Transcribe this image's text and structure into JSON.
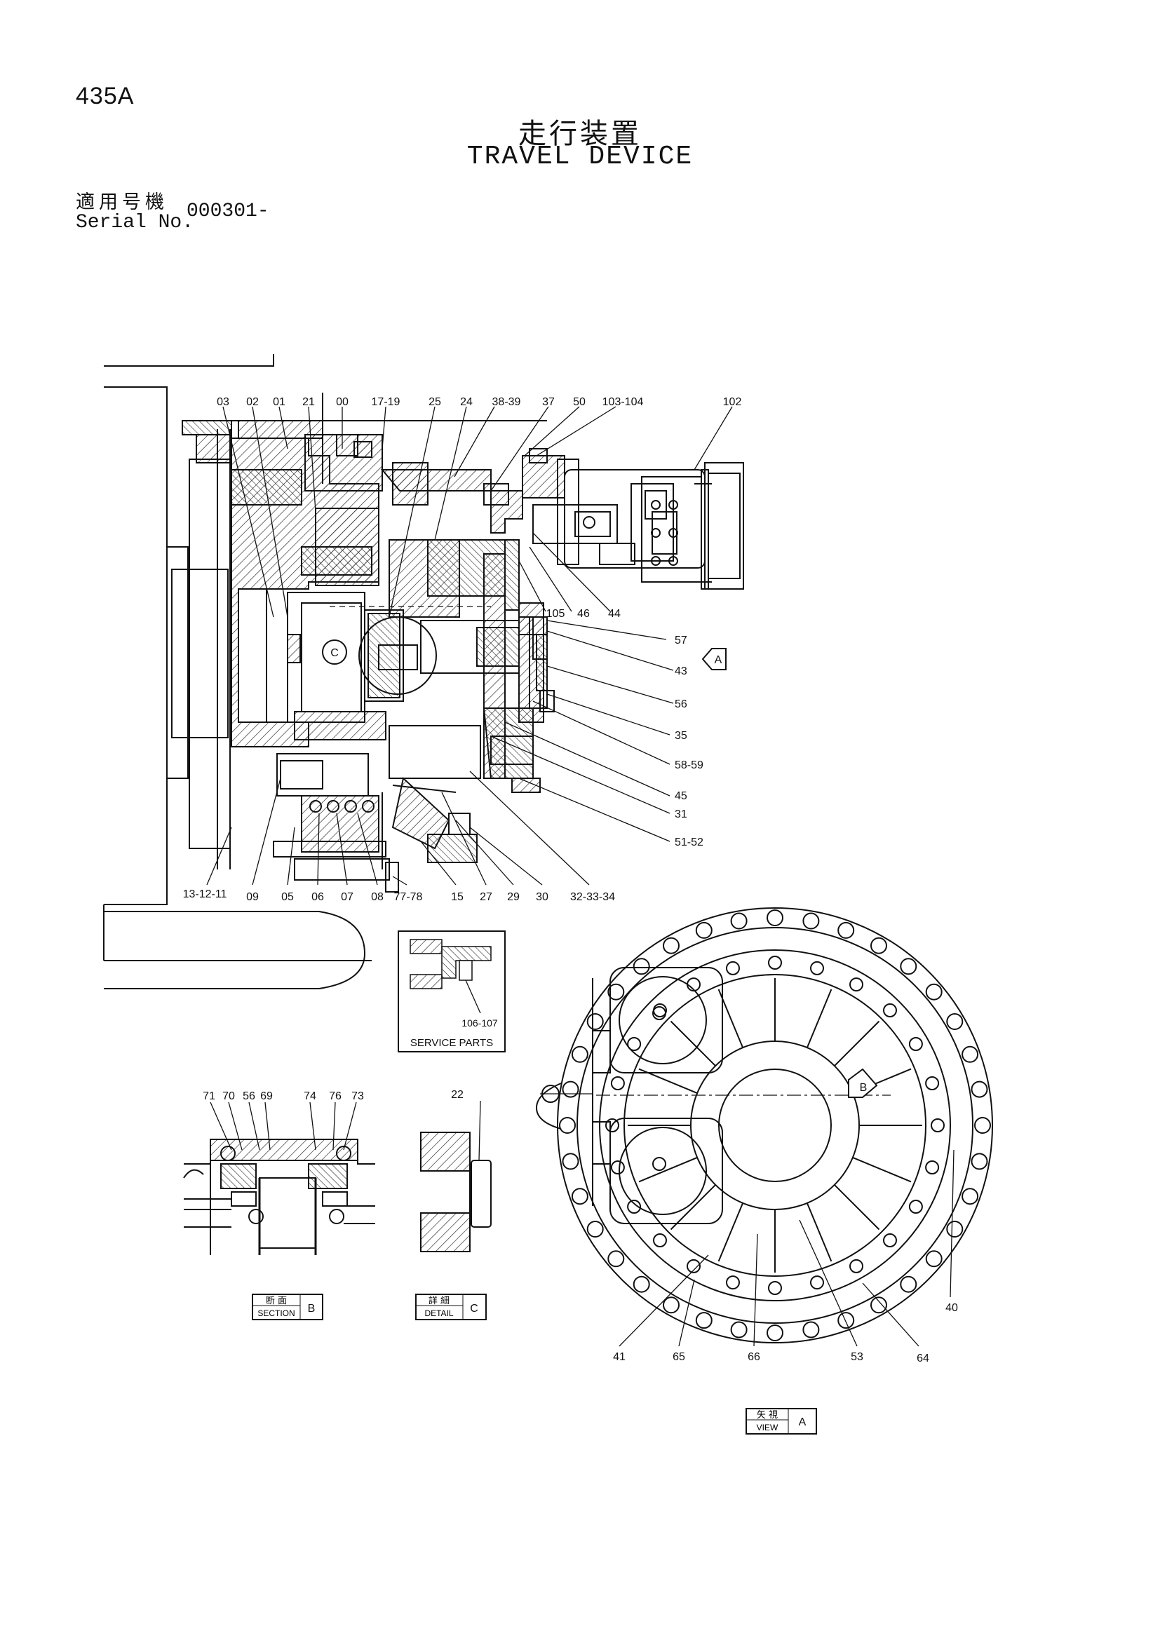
{
  "page": {
    "code": "435A",
    "title_jp": "走行装置",
    "title_en": "TRAVEL DEVICE",
    "serial_label_jp": "適用号機",
    "serial_label_en": "Serial No.",
    "serial_value": "000301-"
  },
  "callouts_top": [
    "03",
    "02",
    "01",
    "21",
    "00",
    "17-19",
    "25",
    "24",
    "38-39",
    "37",
    "50",
    "103-104",
    "102"
  ],
  "callouts_right": [
    "105",
    "46",
    "44",
    "57",
    "43",
    "56",
    "35",
    "58-59",
    "45",
    "31",
    "51-52"
  ],
  "callouts_bottom": [
    "13-12-11",
    "09",
    "05",
    "06",
    "07",
    "08",
    "77-78",
    "15",
    "27",
    "29",
    "30",
    "32-33-34"
  ],
  "service_parts": {
    "title": "SERVICE PARTS",
    "callout": "106-107"
  },
  "section_b": {
    "callouts": [
      "71",
      "70",
      "56",
      "69",
      "74",
      "76",
      "73"
    ],
    "tag_jp": "断 面",
    "tag_en": "SECTION",
    "letter": "B"
  },
  "detail_c": {
    "callout": "22",
    "tag_jp": "詳 細",
    "tag_en": "DETAIL",
    "letter": "C"
  },
  "view_a": {
    "callouts": [
      "41",
      "65",
      "66",
      "53",
      "64",
      "40"
    ],
    "tag_jp": "矢 視",
    "tag_en": "VIEW",
    "letter": "A"
  },
  "markers": {
    "arrow_a": "A",
    "arrow_b": "B",
    "circle_c": "C"
  }
}
